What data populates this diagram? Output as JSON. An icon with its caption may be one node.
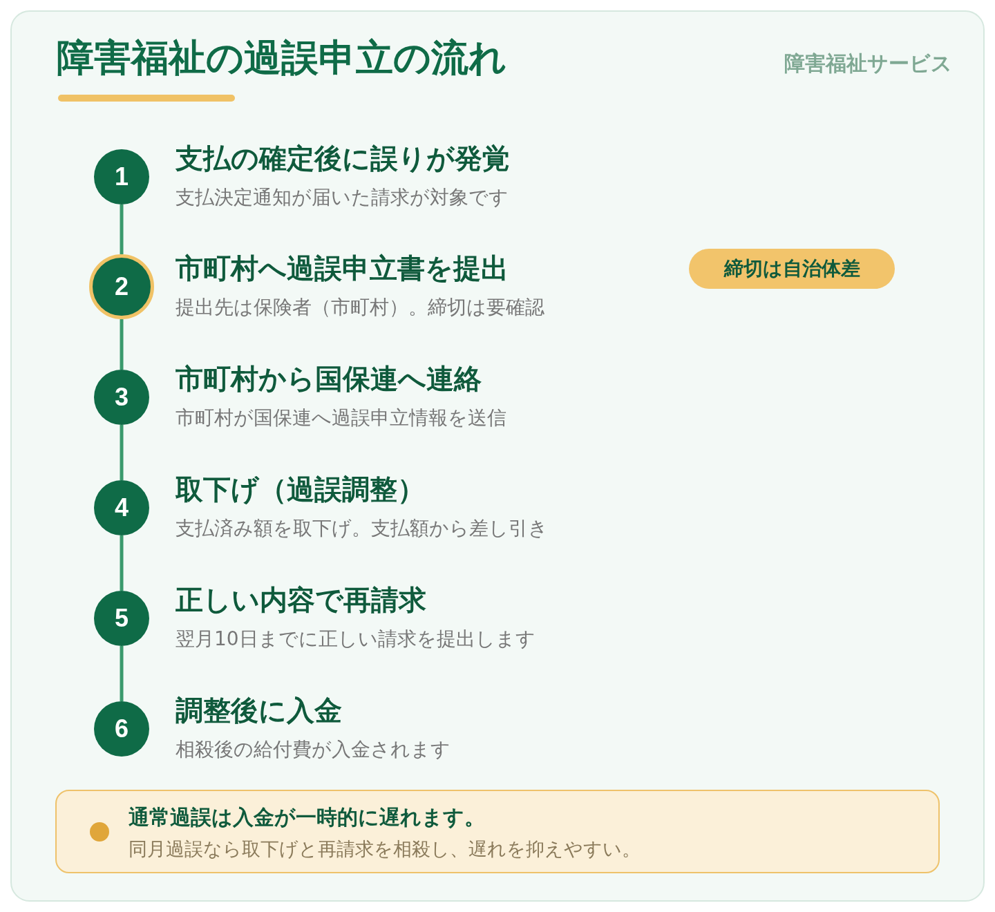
{
  "diagram": {
    "title": "障害福祉の過誤申立の流れ",
    "nodes": [
      {
        "text": [
          "1"
        ],
        "beside": [
          "支払の確定後に誤りが発覚",
          "支払決定通知が届いた請求が対象です"
        ]
      },
      {
        "text": [
          "2"
        ],
        "beside": [
          "市町村へ過誤申立書を提出",
          "提出先は保険者（市町村）。締切は要確認"
        ]
      },
      {
        "text": [
          "3"
        ],
        "beside": [
          "市町村から国保連へ連絡",
          "市町村が国保連へ過誤申立情報を送信"
        ]
      },
      {
        "text": [
          "4"
        ],
        "beside": [
          "取下げ（過誤調整）",
          "支払済み額を取下げ。支払額から差し引き"
        ]
      },
      {
        "text": [
          "5"
        ],
        "beside": [
          "正しい内容で再請求",
          "翌月10日までに正しい請求を提出します"
        ]
      },
      {
        "text": [
          "6"
        ],
        "beside": [
          "調整後に入金",
          "相殺後の給付費が入金されます"
        ]
      },
      {
        "text": [
          "締切は自治体差"
        ]
      },
      {
        "text": [
          "通常過誤は入金が一時的に遅れます。",
          "同月過誤なら取下げと再請求を相殺し、遅れを抑えやすい。"
        ]
      }
    ],
    "edges": [
      {
        "from": 0,
        "to": 1,
        "arrow": "none"
      },
      {
        "from": 1,
        "to": 2,
        "arrow": "none"
      },
      {
        "from": 2,
        "to": 3,
        "arrow": "none"
      },
      {
        "from": 3,
        "to": 4,
        "arrow": "none"
      },
      {
        "from": 4,
        "to": 5,
        "arrow": "none"
      }
    ],
    "labels": [
      "障害福祉サービス"
    ]
  }
}
